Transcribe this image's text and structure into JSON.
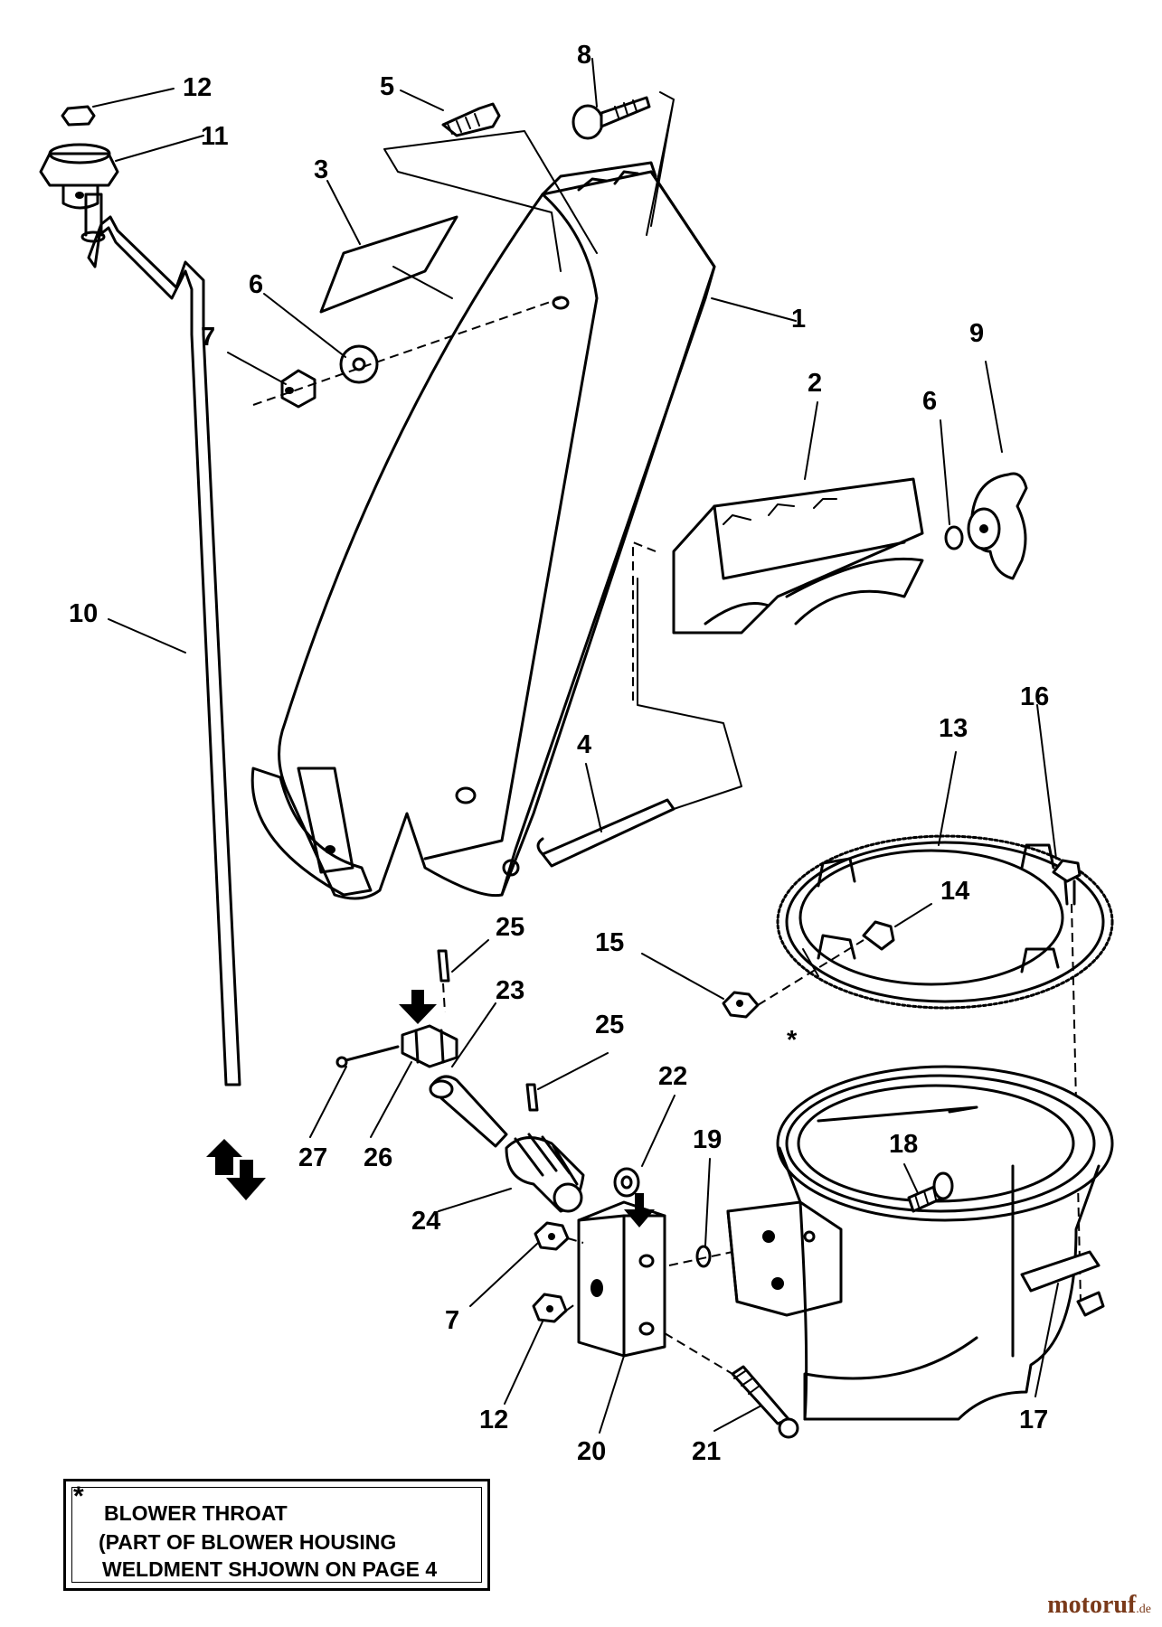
{
  "callouts": {
    "c1": "1",
    "c2": "2",
    "c3": "3",
    "c4": "4",
    "c5": "5",
    "c6a": "6",
    "c6b": "6",
    "c7a": "7",
    "c7b": "7",
    "c8": "8",
    "c9": "9",
    "c10": "10",
    "c11": "11",
    "c12a": "12",
    "c12b": "12",
    "c13": "13",
    "c14": "14",
    "c15": "15",
    "c16": "16",
    "c17": "17",
    "c18": "18",
    "c19": "19",
    "c20": "20",
    "c21": "21",
    "c22": "22",
    "c23": "23",
    "c24": "24",
    "c25a": "25",
    "c25b": "25",
    "c26": "26",
    "c27": "27",
    "throat_star": "*"
  },
  "note": {
    "star": "*",
    "line1": "BLOWER THROAT",
    "line2": "(PART OF BLOWER HOUSING",
    "line3": "WELDMENT SHJOWN ON PAGE 4"
  },
  "brand": {
    "name_a": "motoruf",
    "name_b": ".de"
  }
}
